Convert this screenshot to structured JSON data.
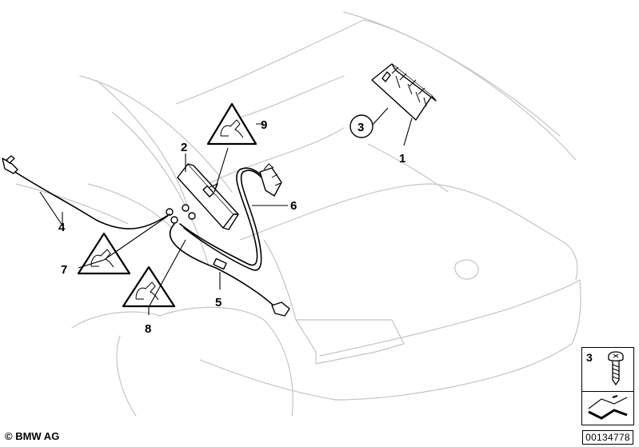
{
  "callouts": {
    "c1": "1",
    "c2": "2",
    "c3": "3",
    "c4": "4",
    "c5": "5",
    "c6": "6",
    "c7": "7",
    "c8": "8",
    "c9": "9"
  },
  "legend": {
    "label": "3"
  },
  "footer": {
    "copyright": "© BMW AG",
    "doc_number": "00134778"
  },
  "icons": {
    "warning": "hand-plug-warning-icon",
    "screw": "screw-icon",
    "bracket": "bracket-profile-icon"
  }
}
